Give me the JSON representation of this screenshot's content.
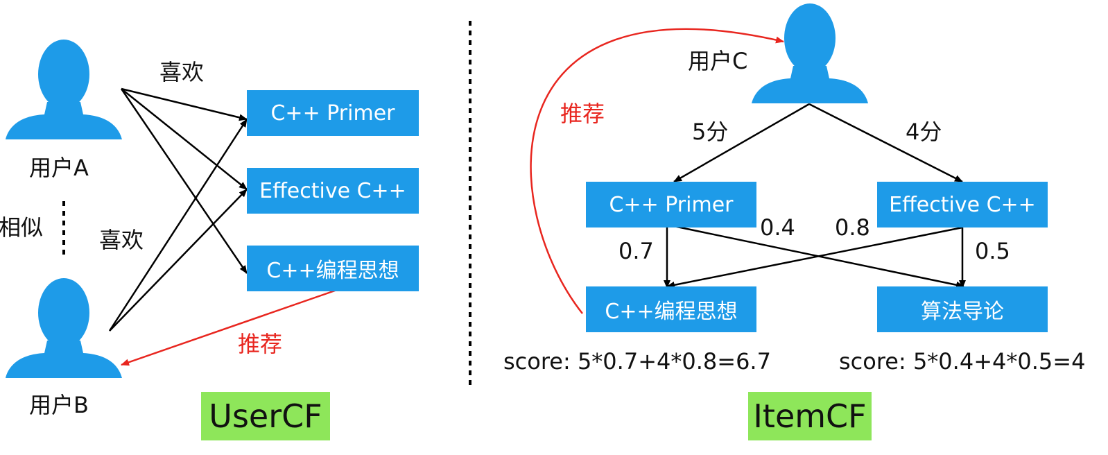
{
  "colors": {
    "box": "#1e9be8",
    "person": "#1e9be8",
    "recommend": "#e8261f",
    "tag": "#8ee65a",
    "edge": "#000000"
  },
  "usercf": {
    "user_a": "用户A",
    "user_b": "用户B",
    "similar": "相似",
    "likes_a": "喜欢",
    "likes_b": "喜欢",
    "books": [
      "C++ Primer",
      "Effective C++",
      "C++编程思想"
    ],
    "recommend": "推荐",
    "tag": "UserCF"
  },
  "itemcf": {
    "user_c": "用户C",
    "recommend": "推荐",
    "rating_1": "5分",
    "rating_2": "4分",
    "rated_books": [
      "C++ Primer",
      "Effective C++"
    ],
    "candidate_books": [
      "C++编程思想",
      "算法导论"
    ],
    "weights": {
      "primer_to_thinking": "0.7",
      "primer_to_algo": "0.4",
      "effective_to_thinking": "0.8",
      "effective_to_algo": "0.5"
    },
    "score_1": "score: 5*0.7+4*0.8=6.7",
    "score_2": "score: 5*0.4+4*0.5=4",
    "tag": "ItemCF"
  },
  "icons": {
    "user": "person-silhouette-icon"
  }
}
